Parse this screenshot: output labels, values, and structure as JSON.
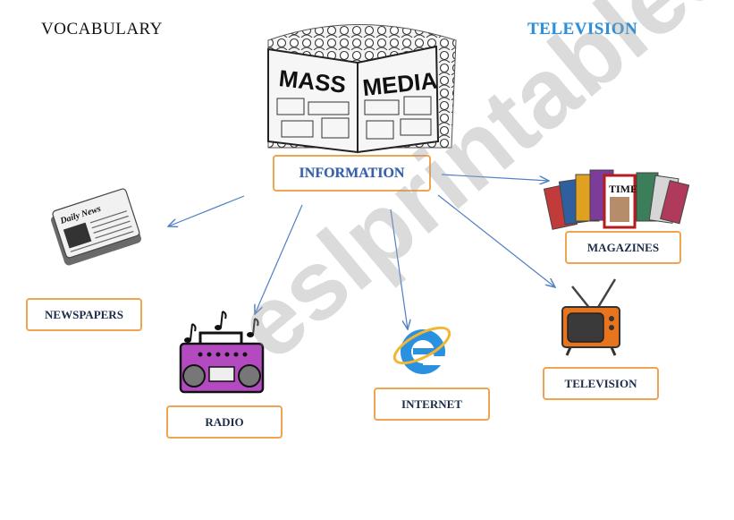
{
  "header": {
    "left": "VOCABULARY",
    "right": "TELEVISION"
  },
  "banner": {
    "word1": "MASS",
    "word2": "MEDIA"
  },
  "center": {
    "label": "INFORMATION"
  },
  "magazine_cover": "TIME",
  "newspaper_masthead": "Daily News",
  "nodes": {
    "newspapers": "NEWSPAPERS",
    "radio": "RADIO",
    "internet": "INTERNET",
    "television": "TELEVISION",
    "magazines": "MAGAZINES"
  },
  "watermark": "eslprintables.com",
  "colors": {
    "box_border": "#f0a450",
    "arrow": "#4f7fc4",
    "title_blue": "#2e8fd8"
  }
}
